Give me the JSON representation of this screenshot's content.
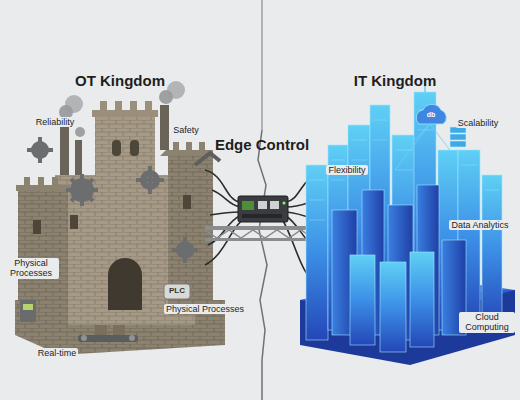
{
  "diagram": {
    "labels": [
      "OT Kingdom",
      "IT Kingdom",
      "Reliability",
      "Safety",
      "Scalability",
      "db",
      "Edge Control",
      "Flexibility",
      "Data Analytics",
      "Physical Processes",
      "PLC",
      "Physical Processes",
      "Real-time",
      "Cloud Computing"
    ]
  }
}
